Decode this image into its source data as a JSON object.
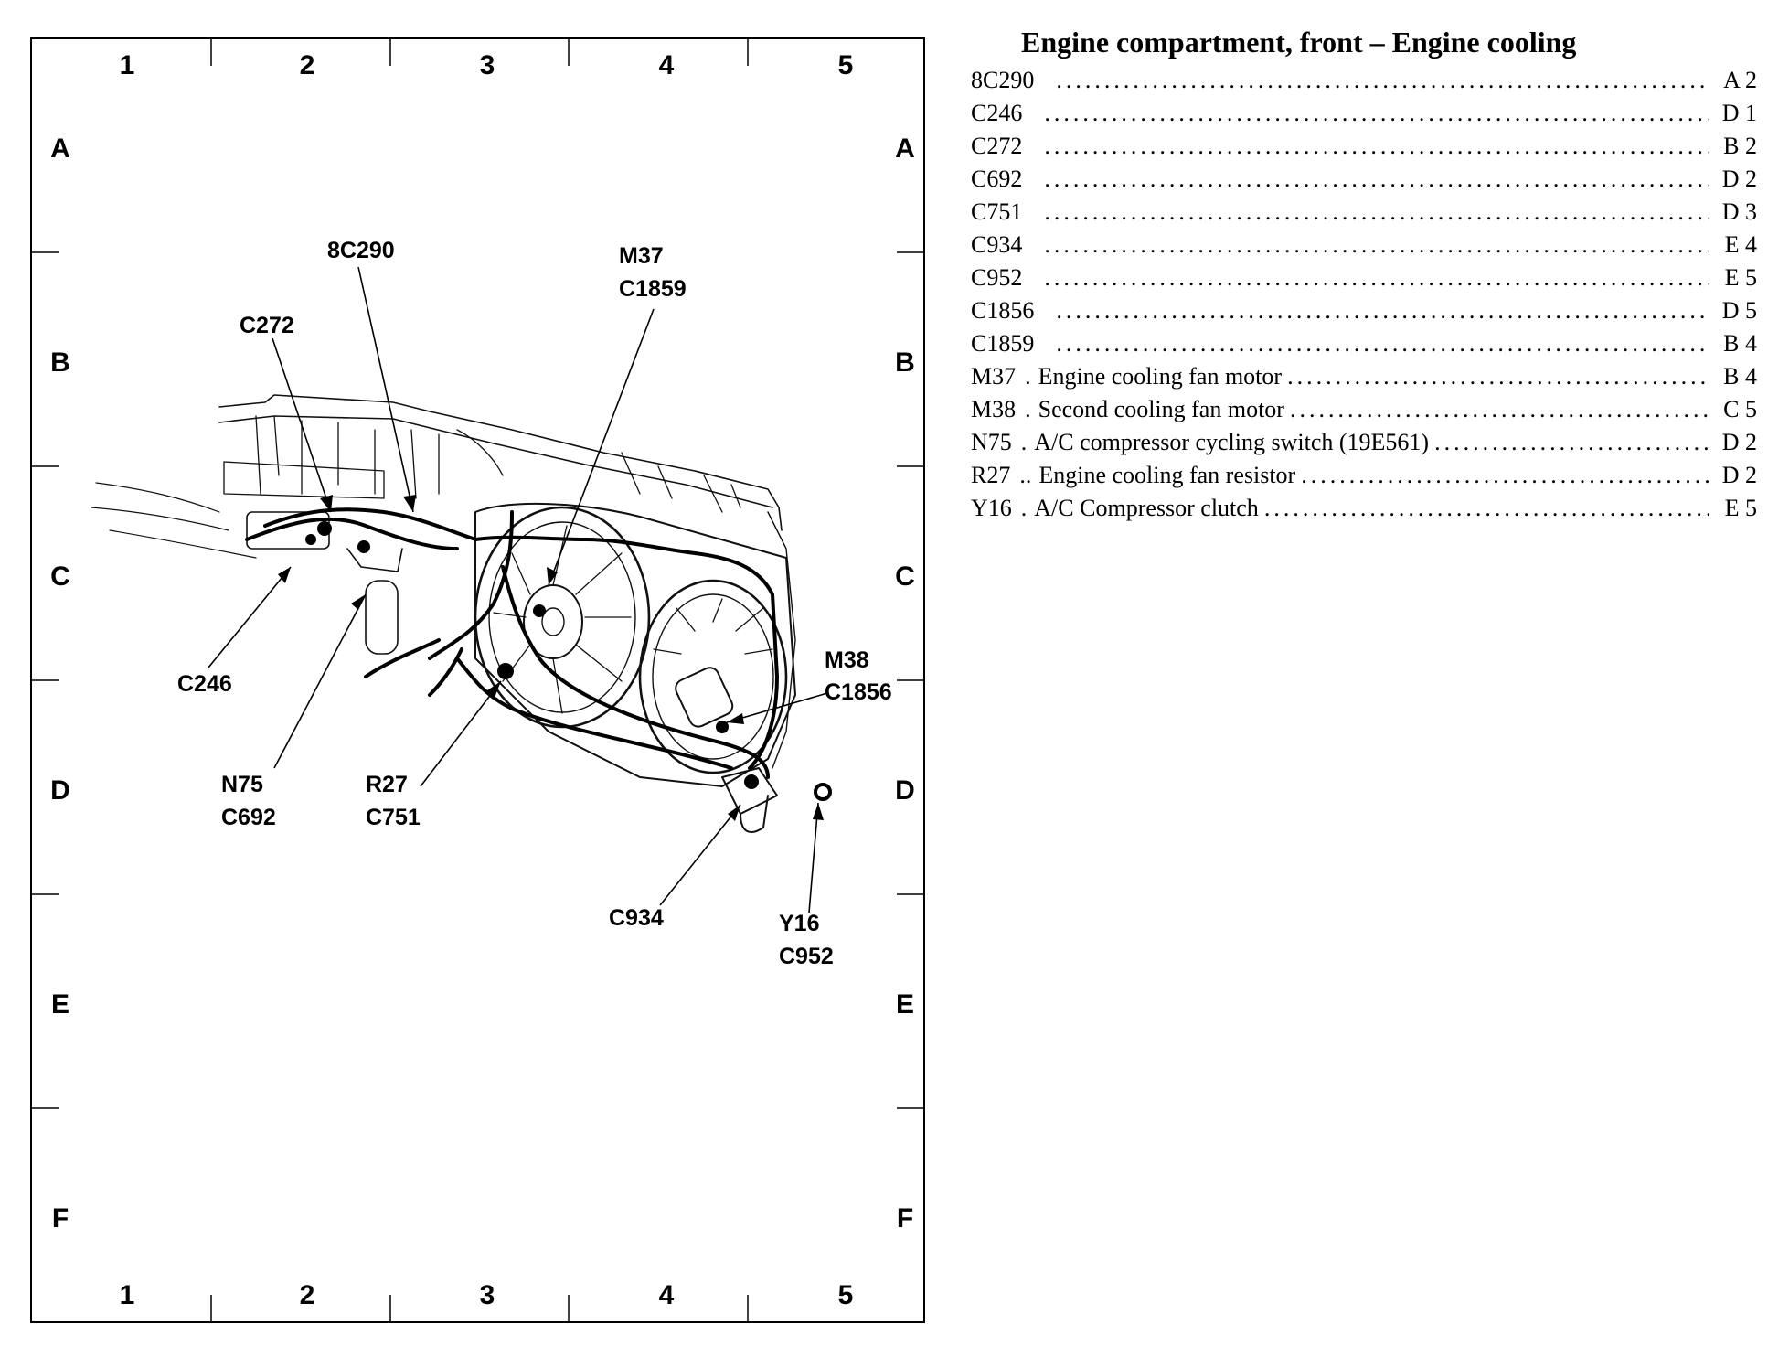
{
  "grid": {
    "columns": [
      "1",
      "2",
      "3",
      "4",
      "5"
    ],
    "rows": [
      "A",
      "B",
      "C",
      "D",
      "E",
      "F"
    ]
  },
  "callouts": {
    "c8C290": "8C290",
    "m37": "M37",
    "c1859": "C1859",
    "c272": "C272",
    "c246": "C246",
    "n75": "N75",
    "c692": "C692",
    "r27": "R27",
    "c751": "C751",
    "m38": "M38",
    "c1856": "C1856",
    "c934": "C934",
    "y16": "Y16",
    "c952": "C952"
  },
  "legend": {
    "title": "Engine compartment, front – Engine cooling",
    "items": [
      {
        "code": "8C290",
        "sep": "",
        "desc": "",
        "loc": "A 2"
      },
      {
        "code": "C246",
        "sep": "",
        "desc": "",
        "loc": "D 1"
      },
      {
        "code": "C272",
        "sep": "",
        "desc": "",
        "loc": "B 2"
      },
      {
        "code": "C692",
        "sep": "",
        "desc": "",
        "loc": "D 2"
      },
      {
        "code": "C751",
        "sep": "",
        "desc": "",
        "loc": "D 3"
      },
      {
        "code": "C934",
        "sep": "",
        "desc": "",
        "loc": "E 4"
      },
      {
        "code": "C952",
        "sep": "",
        "desc": "",
        "loc": "E 5"
      },
      {
        "code": "C1856",
        "sep": "",
        "desc": "",
        "loc": "D 5"
      },
      {
        "code": "C1859",
        "sep": "",
        "desc": "",
        "loc": "B 4"
      },
      {
        "code": "M37",
        "sep": ".",
        "desc": "Engine cooling fan motor",
        "loc": "B 4"
      },
      {
        "code": "M38",
        "sep": ".",
        "desc": "Second cooling fan motor",
        "loc": "C 5"
      },
      {
        "code": "N75",
        "sep": ".",
        "desc": "A/C compressor cycling switch (19E561)",
        "loc": "D 2"
      },
      {
        "code": "R27",
        "sep": "..",
        "desc": "Engine cooling fan resistor",
        "loc": "D 2"
      },
      {
        "code": "Y16",
        "sep": ".",
        "desc": "A/C Compressor clutch",
        "loc": "E 5"
      }
    ]
  }
}
